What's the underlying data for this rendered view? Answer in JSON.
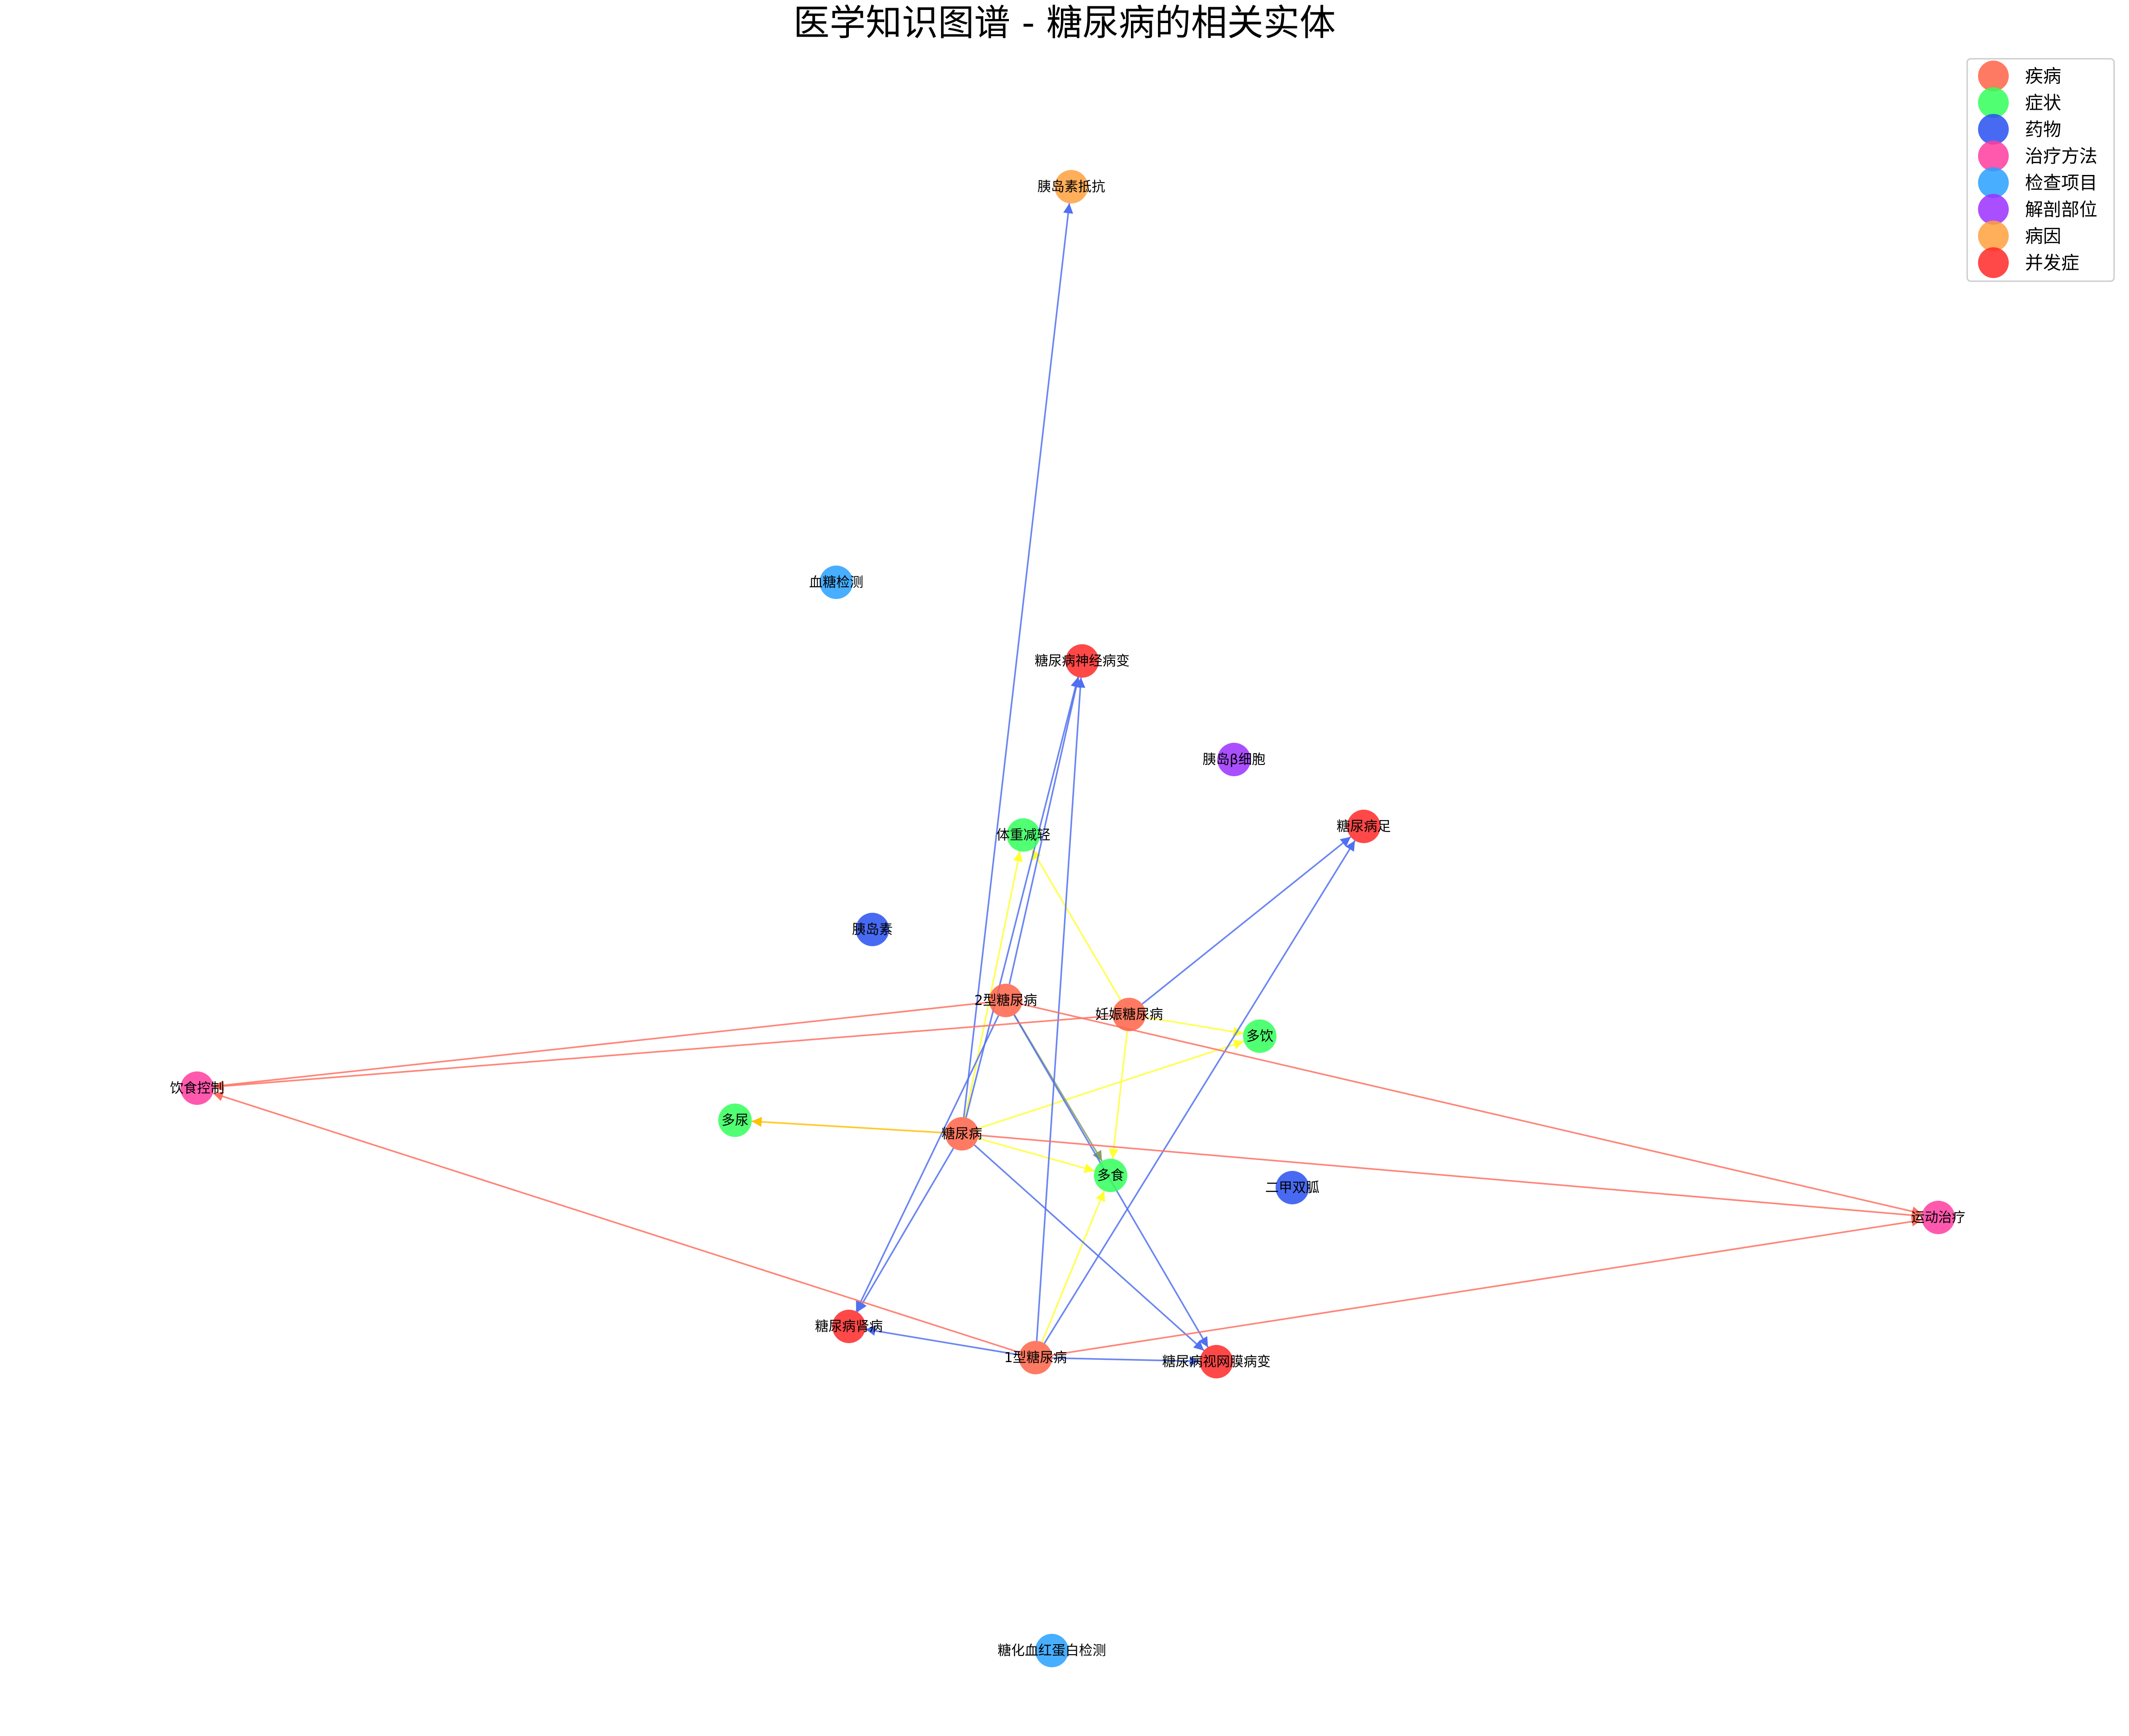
{
  "title": "医学知识图谱 - 糖尿病的相关实体",
  "categories": [
    {
      "id": "disease",
      "label": "疾病",
      "color": "#FF6347"
    },
    {
      "id": "symptom",
      "label": "症状",
      "color": "#32FF5A"
    },
    {
      "id": "drug",
      "label": "药物",
      "color": "#2850F0"
    },
    {
      "id": "treatment",
      "label": "治疗方法",
      "color": "#FF3CA0"
    },
    {
      "id": "exam",
      "label": "检查项目",
      "color": "#28A0FF"
    },
    {
      "id": "anatomy",
      "label": "解剖部位",
      "color": "#9B30FF"
    },
    {
      "id": "cause",
      "label": "病因",
      "color": "#FFA03C"
    },
    {
      "id": "complication",
      "label": "并发症",
      "color": "#FF2828"
    }
  ],
  "nodes": [
    {
      "id": "dm",
      "label": "糖尿病",
      "category": "disease"
    },
    {
      "id": "t1",
      "label": "1型糖尿病",
      "category": "disease"
    },
    {
      "id": "t2",
      "label": "2型糖尿病",
      "category": "disease"
    },
    {
      "id": "gdm",
      "label": "妊娠糖尿病",
      "category": "disease"
    },
    {
      "id": "polydipsia",
      "label": "多饮",
      "category": "symptom"
    },
    {
      "id": "polyuria",
      "label": "多尿",
      "category": "symptom"
    },
    {
      "id": "polyphagia",
      "label": "多食",
      "category": "symptom"
    },
    {
      "id": "weightloss",
      "label": "体重减轻",
      "category": "symptom"
    },
    {
      "id": "insulin",
      "label": "胰岛素",
      "category": "drug"
    },
    {
      "id": "metformin",
      "label": "二甲双胍",
      "category": "drug"
    },
    {
      "id": "diet",
      "label": "饮食控制",
      "category": "treatment"
    },
    {
      "id": "exercise",
      "label": "运动治疗",
      "category": "treatment"
    },
    {
      "id": "glucose",
      "label": "血糖检测",
      "category": "exam"
    },
    {
      "id": "hba1c",
      "label": "糖化血红蛋白检测",
      "category": "exam"
    },
    {
      "id": "beta",
      "label": "胰岛β细胞",
      "category": "anatomy"
    },
    {
      "id": "resistance",
      "label": "胰岛素抵抗",
      "category": "cause"
    },
    {
      "id": "neuropathy",
      "label": "糖尿病神经病变",
      "category": "complication"
    },
    {
      "id": "foot",
      "label": "糖尿病足",
      "category": "complication"
    },
    {
      "id": "nephropathy",
      "label": "糖尿病肾病",
      "category": "complication"
    },
    {
      "id": "retinopathy",
      "label": "糖尿病视网膜病变",
      "category": "complication"
    }
  ],
  "edges": [
    {
      "from": "dm",
      "to": "polyuria",
      "color": "#FFC000"
    },
    {
      "from": "dm",
      "to": "polydipsia",
      "color": "#FFFF30"
    },
    {
      "from": "dm",
      "to": "polyphagia",
      "color": "#FFFF30"
    },
    {
      "from": "dm",
      "to": "weightloss",
      "color": "#FFFF30"
    },
    {
      "from": "t1",
      "to": "polyphagia",
      "color": "#FFFF30"
    },
    {
      "from": "t2",
      "to": "polyphagia",
      "color": "#88A060"
    },
    {
      "from": "gdm",
      "to": "weightloss",
      "color": "#FFFF30"
    },
    {
      "from": "gdm",
      "to": "polydipsia",
      "color": "#FFFF30"
    },
    {
      "from": "gdm",
      "to": "polyphagia",
      "color": "#FFFF30"
    },
    {
      "from": "dm",
      "to": "resistance",
      "color": "#5070F0"
    },
    {
      "from": "dm",
      "to": "neuropathy",
      "color": "#5070F0"
    },
    {
      "from": "dm",
      "to": "nephropathy",
      "color": "#5070F0"
    },
    {
      "from": "dm",
      "to": "retinopathy",
      "color": "#5070F0"
    },
    {
      "from": "t1",
      "to": "neuropathy",
      "color": "#5070F0"
    },
    {
      "from": "t1",
      "to": "foot",
      "color": "#5070F0"
    },
    {
      "from": "t1",
      "to": "nephropathy",
      "color": "#5070F0"
    },
    {
      "from": "t1",
      "to": "retinopathy",
      "color": "#5070F0"
    },
    {
      "from": "t2",
      "to": "neuropathy",
      "color": "#5070F0"
    },
    {
      "from": "t2",
      "to": "nephropathy",
      "color": "#5070F0"
    },
    {
      "from": "t2",
      "to": "retinopathy",
      "color": "#5070F0"
    },
    {
      "from": "gdm",
      "to": "foot",
      "color": "#5070F0"
    },
    {
      "from": "t2",
      "to": "diet",
      "color": "#FF7060"
    },
    {
      "from": "gdm",
      "to": "diet",
      "color": "#FF7060"
    },
    {
      "from": "t1",
      "to": "diet",
      "color": "#FF7060"
    },
    {
      "from": "t2",
      "to": "exercise",
      "color": "#FF7060"
    },
    {
      "from": "dm",
      "to": "exercise",
      "color": "#FF7060"
    },
    {
      "from": "t1",
      "to": "exercise",
      "color": "#FF7060"
    }
  ]
}
